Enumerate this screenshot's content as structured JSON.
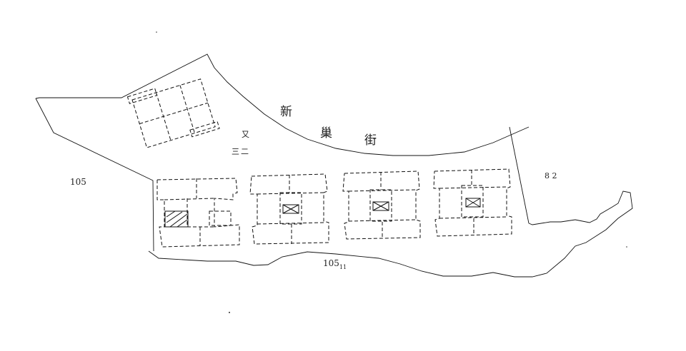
{
  "drawing": {
    "type": "hand-drawn site plan sketch",
    "street_name_chars": [
      "新",
      "巢",
      "街"
    ],
    "labels": {
      "left_parcel": "105",
      "bottom_parcel": "105",
      "bottom_parcel_sub": "11",
      "right_parcel": "8 2",
      "building_floor_mark_top": "又",
      "building_floor_mark_bottom": "三二"
    },
    "buildings": [
      {
        "id": "A",
        "note": "rotated block, top-left, 2x3 units"
      },
      {
        "id": "B",
        "note": "block with hatched unit"
      },
      {
        "id": "C",
        "note": "block with X-marked stair core"
      },
      {
        "id": "D",
        "note": "block with X-marked stair core"
      },
      {
        "id": "E",
        "note": "block with X-marked stair core"
      }
    ],
    "colors": {
      "ink": "#111111",
      "paper": "#ffffff"
    }
  }
}
